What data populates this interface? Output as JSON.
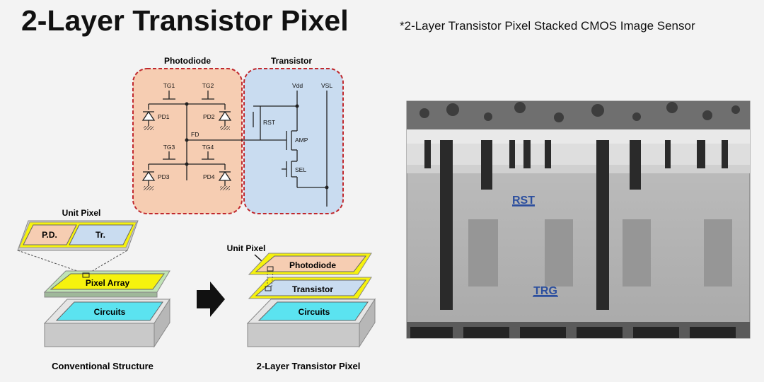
{
  "header": {
    "title": "2-Layer Transistor Pixel",
    "subtitle": "*2-Layer Transistor Pixel Stacked CMOS Image Sensor"
  },
  "circuit": {
    "photodiode_label": "Photodiode",
    "transistor_label": "Transistor",
    "gates": [
      "TG1",
      "TG2",
      "TG3",
      "TG4"
    ],
    "diodes": [
      "PD1",
      "PD2",
      "PD3",
      "PD4"
    ],
    "fd_label": "FD",
    "rst_label": "RST",
    "amp_label": "AMP",
    "sel_label": "SEL",
    "vdd_label": "Vdd",
    "vsl_label": "VSL"
  },
  "conventional": {
    "unit_pixel_label": "Unit Pixel",
    "pd_label": "P.D.",
    "tr_label": "Tr.",
    "array_label": "Pixel Array",
    "circuits_label": "Circuits",
    "caption": "Conventional Structure"
  },
  "two_layer": {
    "unit_pixel_label": "Unit Pixel",
    "photodiode_label": "Photodiode",
    "transistor_label": "Transistor",
    "circuits_label": "Circuits",
    "caption": "2-Layer Transistor Pixel"
  },
  "micrograph": {
    "rst_label": "RST",
    "trg_label": "TRG"
  },
  "colors": {
    "photodiode_fill": "#f6cdb2",
    "transistor_fill": "#c9dcf0",
    "yellow": "#f6f20e",
    "cyan": "#5be3f0",
    "box_border": "#c0282d",
    "label_blue": "#2c4f9e"
  }
}
